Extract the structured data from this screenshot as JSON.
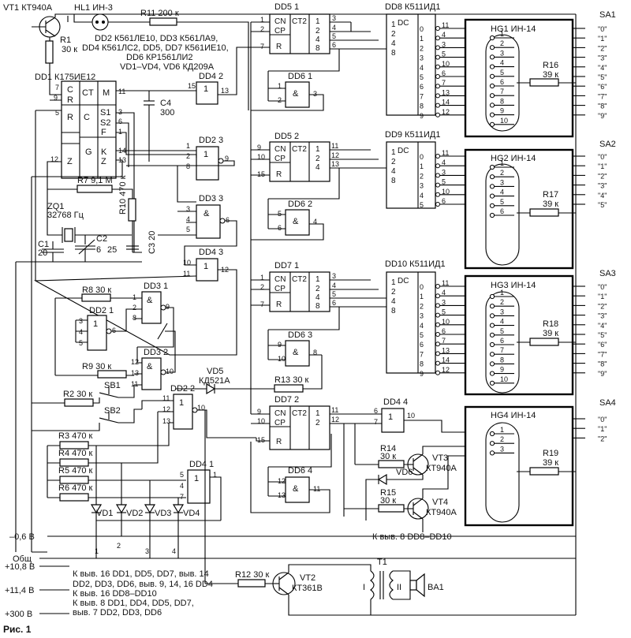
{
  "figure_caption": "Рис. 1",
  "header": {
    "vt1": "VT1 КТ940А",
    "hl1": "HL1 ИН-3",
    "r11": "R11 200 к",
    "r1": "R1",
    "r1v": "30 к",
    "legend_1": "DD2 К561ЛЕ10, DD3 К561ЛА9,",
    "legend_2": "DD4 К561ЛС2, DD5, DD7 К561ИЕ10,",
    "legend_3": "DD6 КР1561ЛИ2",
    "legend_4": "VD1–VD4, VD6 КД209А",
    "dd1": "DD1 К175ИЕ12"
  },
  "chips": {
    "dd5_1": "DD5 1",
    "dd5_2": "DD5 2",
    "dd7_1": "DD7 1",
    "dd7_2": "DD7 2",
    "dd8": "DD8 К511ИД1",
    "dd9": "DD9 К511ИД1",
    "dd10": "DD10 К511ИД1",
    "dd6_1": "DD6 1",
    "dd6_2": "DD6 2",
    "dd6_3": "DD6 3",
    "dd6_4": "DD6 4",
    "dd4_1": "DD4 1",
    "dd4_2": "DD4 2",
    "dd4_3": "DD4 3",
    "dd4_4": "DD4 4",
    "dd2_1": "DD2 1",
    "dd2_2": "DD2 2",
    "dd2_3": "DD2 3",
    "dd3_1": "DD3 1",
    "dd3_2": "DD3 2",
    "dd3_3": "DD3 3"
  },
  "labels": {
    "cn": "CN",
    "cp": "CP",
    "r": "R",
    "ct2": "CT2",
    "dc": "DC",
    "c": "C",
    "ct": "CT",
    "m": "M",
    "s1": "S1",
    "s2": "S2",
    "f": "F",
    "g": "G",
    "k": "K",
    "z": "Z",
    "amp": "&",
    "one": "1",
    "b1": "1",
    "b2": "2",
    "b4": "4",
    "b8": "8"
  },
  "indicators": {
    "hg1": "HG1 ИН-14",
    "hg2": "HG2 ИН-14",
    "hg3": "HG3 ИН-14",
    "hg4": "HG4 ИН-14"
  },
  "resistors": {
    "r16": "R16",
    "r16v": "39 к",
    "r17": "R17",
    "r17v": "39 к",
    "r18": "R18",
    "r18v": "39 к",
    "r19": "R19",
    "r19v": "39 к",
    "r7": "R7 9,1 М",
    "r10": "R10 470 к",
    "r8": "R8 30 к",
    "r9": "R9 30 к",
    "r2": "R2 30 к",
    "r3": "R3 470 к",
    "r4": "R4 470 к",
    "r5": "R5 470 к",
    "r6": "R6 470 к",
    "r12": "R12 30 к",
    "r13": "R13 30 к",
    "r14": "R14",
    "r14v": "30 к",
    "r15": "R15",
    "r15v": "30 к"
  },
  "components": {
    "c4": "C4",
    "c4v": "300",
    "zq1": "ZQ1",
    "zq1v": "32768 Гц",
    "c1": "C1",
    "c1v": "20",
    "c2": "C2",
    "c2a": "6",
    "c2b": "25",
    "c3": "C3 20",
    "vd5": "VD5",
    "vd5v": "КД521А",
    "sb1": "SB1",
    "sb2": "SB2",
    "vt2": "VT2",
    "vt2v": "КТ361В",
    "vt3": "VT3",
    "vt3v": "КТ940А",
    "vt4": "VT4",
    "vt4v": "КТ940А",
    "vd6": "VD6",
    "t1": "T1",
    "t1a": "I",
    "t1b": "II",
    "ba1": "BA1",
    "vd1": "VD1",
    "vd2": "VD2",
    "vd3": "VD3",
    "vd4": "VD4"
  },
  "switches": {
    "sa1": "SA1",
    "sa2": "SA2",
    "sa3": "SA3",
    "sa4": "SA4",
    "sa1_pos": [
      "\"0\"",
      "\"1\"",
      "\"2\"",
      "\"3\"",
      "\"4\"",
      "\"5\"",
      "\"6\"",
      "\"7\"",
      "\"8\"",
      "\"9\""
    ],
    "sa2_pos": [
      "\"0\"",
      "\"1\"",
      "\"2\"",
      "\"3\"",
      "\"4\"",
      "\"5\""
    ],
    "sa3_pos": [
      "\"0\"",
      "\"1\"",
      "\"2\"",
      "\"3\"",
      "\"4\"",
      "\"5\"",
      "\"6\"",
      "\"7\"",
      "\"8\"",
      "\"9\""
    ],
    "sa4_pos": [
      "\"0\"",
      "\"1\"",
      "\"2\""
    ]
  },
  "rails": {
    "neg06": "–0,6 В",
    "neg06_note": "К выв. 8 DD8–DD10",
    "gnd": "Общ",
    "p108": "+10,8 В",
    "p108_note1": "К выв. 16 DD1, DD5, DD7, выв. 14",
    "p108_note2": "DD2, DD3, DD6, выв. 9, 14, 16 DD4",
    "p114": "+11,4 В",
    "p114_note": "К выв. 16 DD8–DD10",
    "p300": "+300 В",
    "p300_note1": "К выв. 8 DD1, DD4, DD5, DD7,",
    "p300_note2": "выв. 7 DD2, DD3, DD6"
  }
}
